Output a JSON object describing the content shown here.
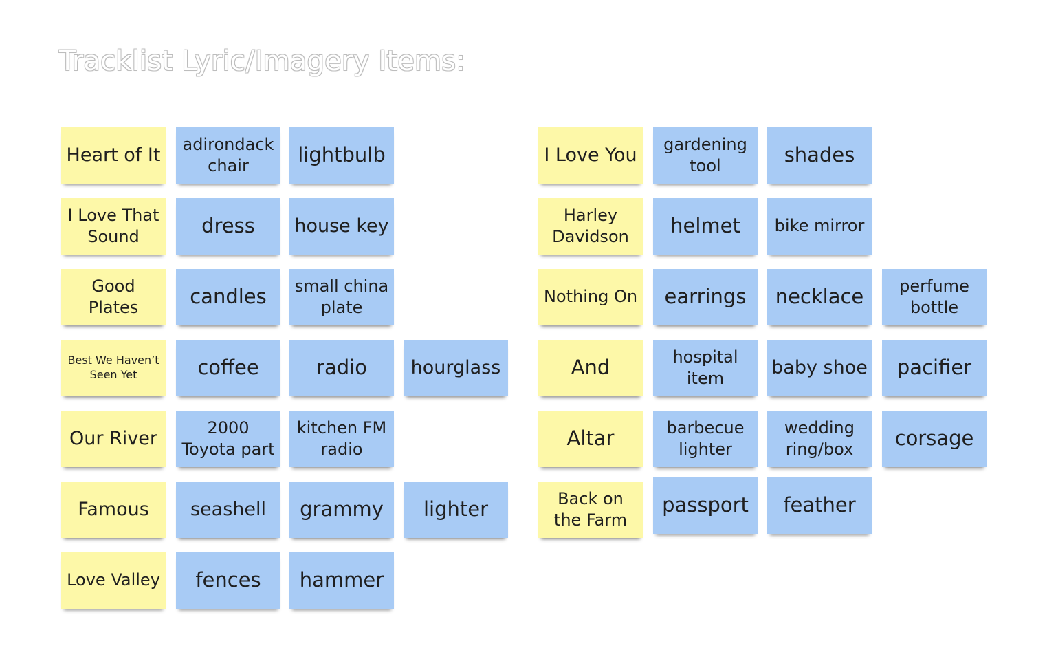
{
  "title": "Tracklist Lyric/Imagery Items:",
  "colors": {
    "song_note": "#fdf8a8",
    "item_note": "#a8cbf5",
    "title_outline": "#bdbdbd"
  },
  "left_group": {
    "rows": [
      {
        "song": "Heart of It",
        "items": [
          "adirondack chair",
          "lightbulb"
        ]
      },
      {
        "song": "I Love That Sound",
        "items": [
          "dress",
          "house key"
        ]
      },
      {
        "song": "Good Plates",
        "items": [
          "candles",
          "small china plate"
        ]
      },
      {
        "song": "Best We Haven’t Seen Yet",
        "items": [
          "coffee",
          "radio",
          "hourglass"
        ]
      },
      {
        "song": "Our River",
        "items": [
          "2000 Toyota part",
          "kitchen FM radio"
        ]
      },
      {
        "song": "Famous",
        "items": [
          "seashell",
          "grammy",
          "lighter"
        ]
      },
      {
        "song": "Love Valley",
        "items": [
          "fences",
          "hammer"
        ]
      }
    ]
  },
  "right_group": {
    "rows": [
      {
        "song": "I Love You",
        "items": [
          "gardening tool",
          "shades"
        ]
      },
      {
        "song": "Harley Davidson",
        "items": [
          "helmet",
          "bike mirror"
        ]
      },
      {
        "song": "Nothing On",
        "items": [
          "earrings",
          "necklace",
          "perfume bottle"
        ]
      },
      {
        "song": "And",
        "items": [
          "hospital item",
          "baby shoe",
          "pacifier"
        ]
      },
      {
        "song": "Altar",
        "items": [
          "barbecue lighter",
          "wedding ring/box",
          "corsage"
        ]
      },
      {
        "song": "Back on the Farm",
        "items": [
          "passport",
          "feather"
        ]
      }
    ]
  }
}
